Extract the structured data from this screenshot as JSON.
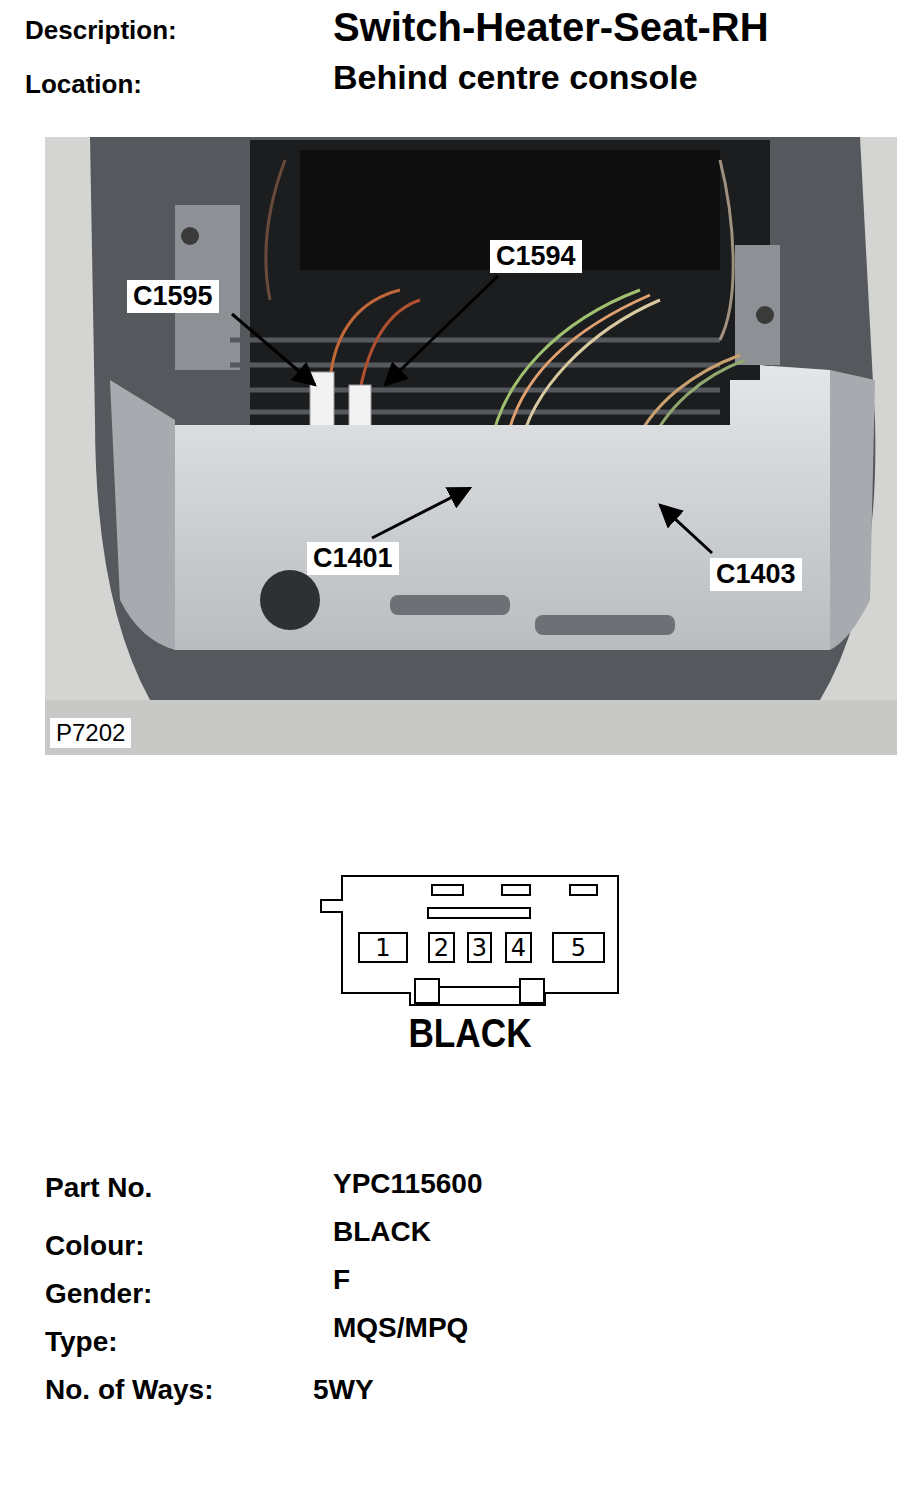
{
  "diagram": {
    "title": "Switch-Heater-Seat-RH",
    "nodes": [
      {
        "text": [
          "BLACK"
        ]
      },
      {
        "text": [
          "1"
        ],
        "in": 0
      },
      {
        "text": [
          "2"
        ],
        "in": 0
      },
      {
        "text": [
          "3"
        ],
        "in": 0
      },
      {
        "text": [
          "4"
        ],
        "in": 0
      },
      {
        "text": [
          "5"
        ],
        "in": 0
      }
    ],
    "labels": [
      "Description:",
      "Location:",
      "Behind centre console",
      "C1595",
      "C1594",
      "C1401",
      "C1403",
      "P7202",
      "Part No.",
      "YPC115600",
      "Colour:",
      "BLACK",
      "Gender:",
      "F",
      "Type:",
      "MQS/MPQ",
      "No. of Ways:",
      "5WY"
    ]
  }
}
